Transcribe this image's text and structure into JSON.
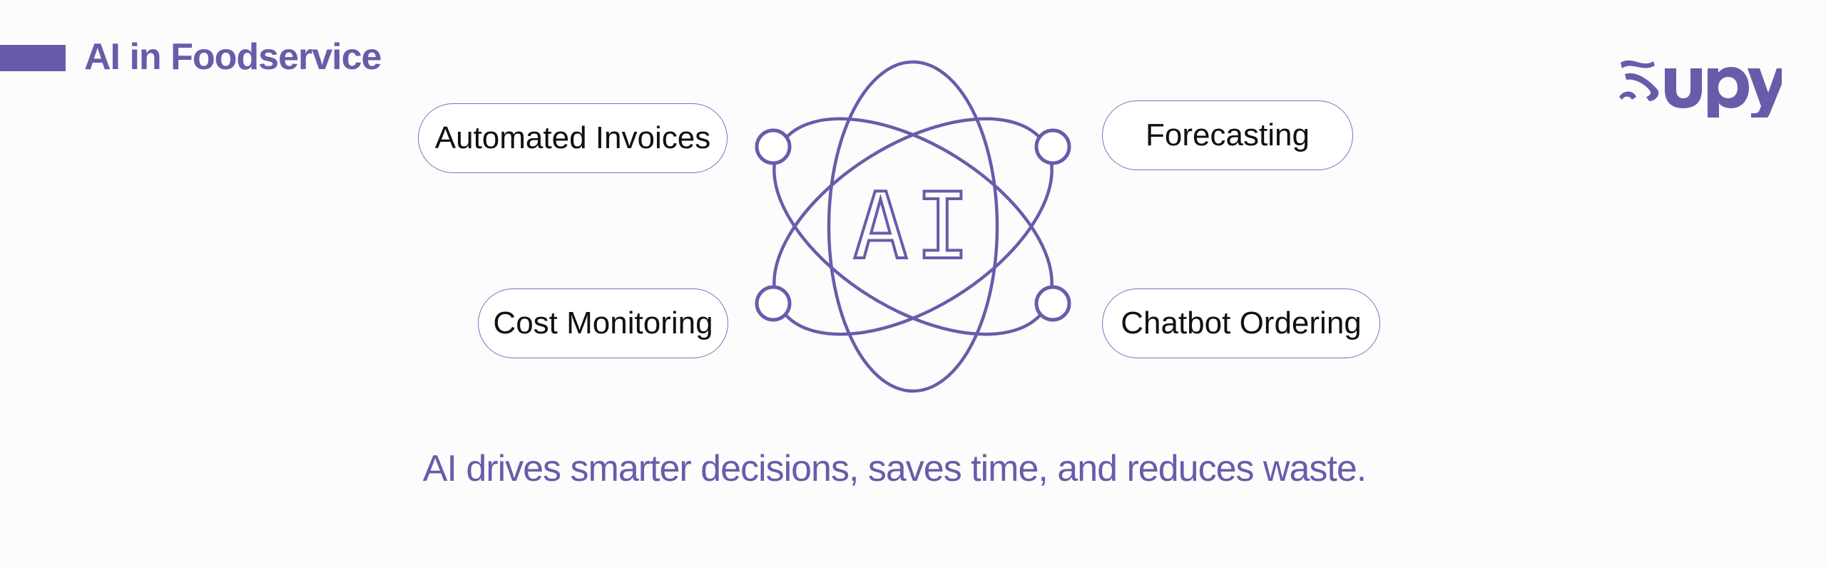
{
  "header": {
    "title": "AI in Foodservice"
  },
  "logo": {
    "text": "Supy",
    "color": "#6a5baa"
  },
  "diagram": {
    "center_label": "AI",
    "nodes": [
      {
        "label": "Automated Invoices"
      },
      {
        "label": "Forecasting"
      },
      {
        "label": "Cost Monitoring"
      },
      {
        "label": "Chatbot Ordering"
      }
    ]
  },
  "tagline": "AI drives smarter decisions, saves time, and reduces waste.",
  "colors": {
    "accent": "#6a5baa",
    "pill_border": "#7c6fbe",
    "text": "#111111",
    "background": "#fcfcfc"
  }
}
